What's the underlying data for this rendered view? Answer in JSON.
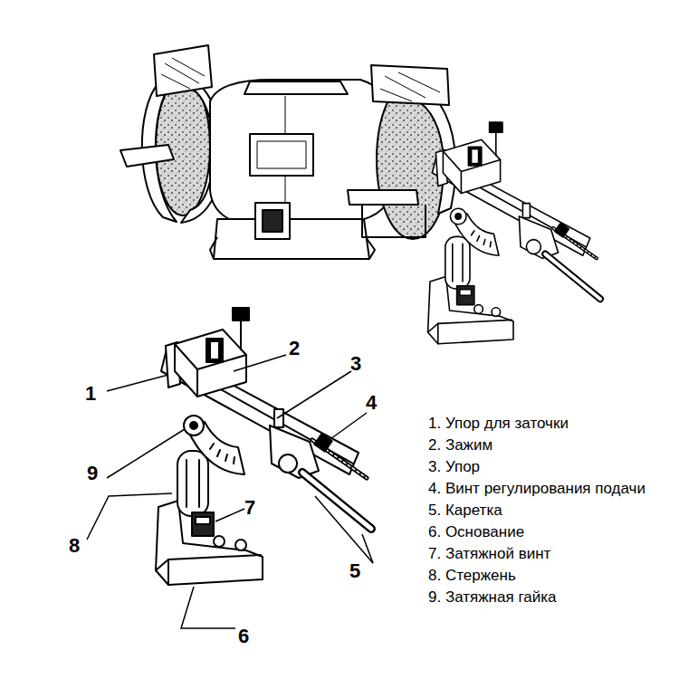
{
  "diagram": {
    "labels": [
      "1",
      "2",
      "3",
      "4",
      "9",
      "8",
      "7",
      "5",
      "6",
      "1. Упор для заточки",
      "2. Зажим",
      "3. Упор",
      "4. Винт регулирования подачи",
      "5. Каретка",
      "6. Основание",
      "7. Затяжной винт",
      "8. Стержень",
      "9. Затяжная гайка"
    ]
  }
}
